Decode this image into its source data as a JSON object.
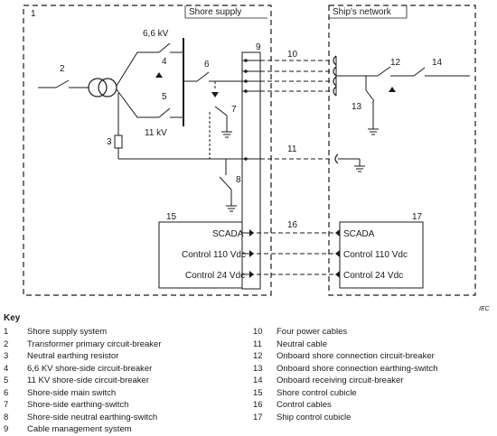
{
  "diagram": {
    "boxes": {
      "shore_num": "1",
      "shore_title": "Shore supply",
      "ship_title": "Ship's network",
      "cms_num": "9"
    },
    "labels": {
      "l2": "2",
      "l3": "3",
      "l4": "4",
      "l5": "5",
      "l6": "6",
      "l7": "7",
      "l8": "8",
      "l10": "10",
      "l11": "11",
      "l12": "12",
      "l13": "13",
      "l14": "14",
      "l15": "15",
      "l16": "16",
      "l17": "17",
      "v66": "6,6 kV",
      "v11": "11 kV"
    },
    "shore_cubicle": [
      "SCADA",
      "Control 110 Vdc",
      "Control 24 Vdc"
    ],
    "ship_cubicle": [
      "SCADA",
      "Control 110 Vdc",
      "Control 24 Vdc"
    ],
    "iec": "IEC"
  },
  "key": {
    "title": "Key",
    "left": [
      {
        "num": "1",
        "text": "Shore supply system"
      },
      {
        "num": "2",
        "text": "Transformer primary circuit-breaker"
      },
      {
        "num": "3",
        "text": "Neutral earthing resistor"
      },
      {
        "num": "4",
        "text": "6,6 KV shore-side circuit-breaker"
      },
      {
        "num": "5",
        "text": "11 KV shore-side circuit-breaker"
      },
      {
        "num": "6",
        "text": "Shore-side main switch"
      },
      {
        "num": "7",
        "text": "Shore-side earthing-switch"
      },
      {
        "num": "8",
        "text": "Shore-side neutral earthing-switch"
      },
      {
        "num": "9",
        "text": "Cable management system"
      }
    ],
    "right": [
      {
        "num": "10",
        "text": "Four power cables"
      },
      {
        "num": "11",
        "text": "Neutral cable"
      },
      {
        "num": "12",
        "text": "Onboard shore connection circuit-breaker"
      },
      {
        "num": "13",
        "text": "Onboard shore connection earthing-switch"
      },
      {
        "num": "14",
        "text": "Onboard receiving circuit-breaker"
      },
      {
        "num": "15",
        "text": "Shore control cubicle"
      },
      {
        "num": "16",
        "text": "Control cables"
      },
      {
        "num": "17",
        "text": "Ship control cubicle"
      }
    ]
  }
}
